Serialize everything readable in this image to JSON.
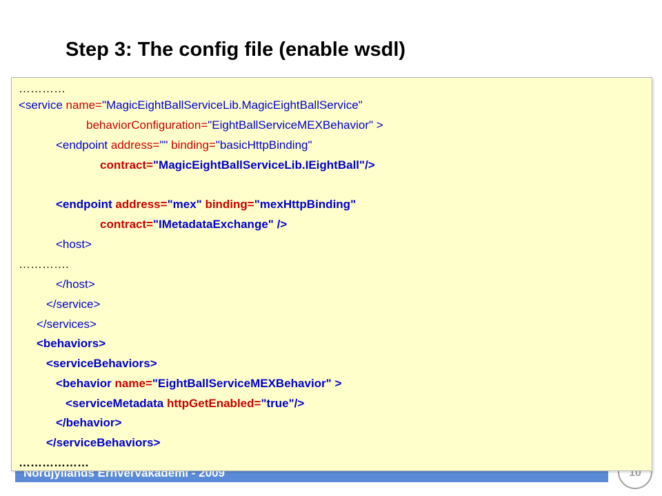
{
  "slide": {
    "title": "Step 3: The config file (enable wsdl)",
    "footer": "Nordjyllands Erhvervakademi - 2009",
    "page_number": "10"
  },
  "code": {
    "ellipsis1": "…………",
    "l1": {
      "open": "<service ",
      "attr": "name=",
      "val": "\"MagicEightBallServiceLib.MagicEightBallService\""
    },
    "l2": {
      "attr": "behaviorConfiguration=",
      "val": "\"EightBallServiceMEXBehavior\" >"
    },
    "l3": {
      "open": "<endpoint ",
      "attr1": "address=",
      "val1": "\"\" ",
      "attr2": "binding=",
      "val2": "\"basicHttpBinding\""
    },
    "l4": {
      "attr": "contract=",
      "val": "\"MagicEightBallServiceLib.IEightBall\"/>"
    },
    "l5": {
      "open": "<endpoint ",
      "attr1": "address=",
      "val1": "\"mex\" ",
      "attr2": "binding=",
      "val2": "\"mexHttpBinding\""
    },
    "l6": {
      "attr": "contract=",
      "val": "\"IMetadataExchange\" />"
    },
    "l7": "<host>",
    "ellipsis2": "………….",
    "l8": "</host>",
    "l9": "</service>",
    "l10": "</services>",
    "l11": "<behaviors>",
    "l12": "<serviceBehaviors>",
    "l13": {
      "open": "<behavior ",
      "attr": "name=",
      "val": "\"EightBallServiceMEXBehavior\" >"
    },
    "l14": {
      "open": "<serviceMetadata ",
      "attr": "httpGetEnabled=",
      "val": "\"true\"/>"
    },
    "l15": "</behavior>",
    "l16": "</serviceBehaviors>",
    "ellipsis3": "………………"
  }
}
